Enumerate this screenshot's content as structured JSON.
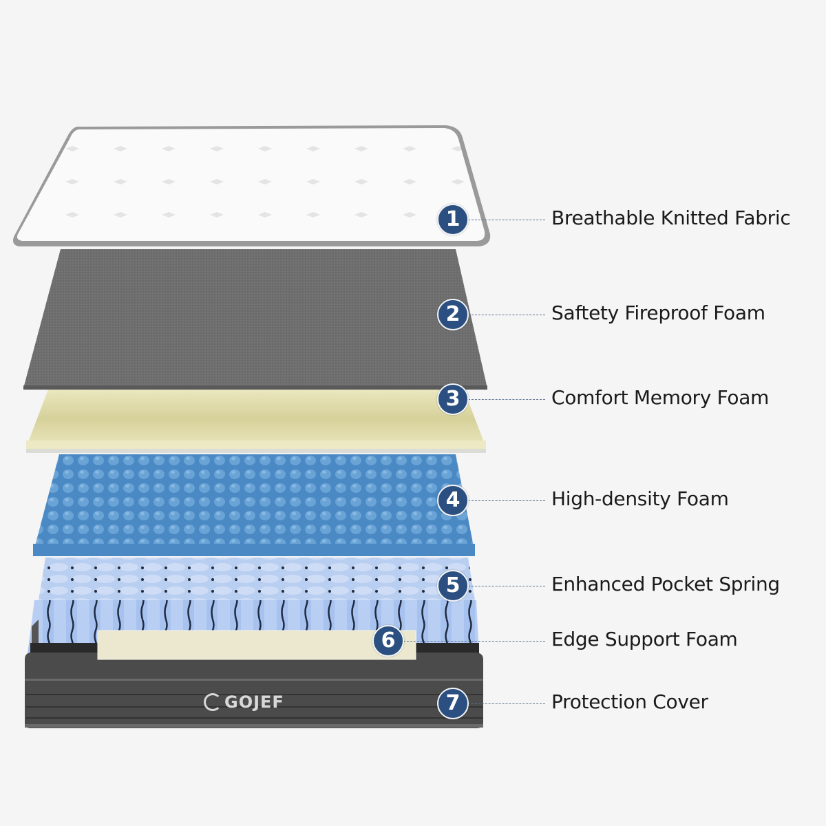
{
  "brand": {
    "name": "GOJEF"
  },
  "colors": {
    "background": "#f5f5f5",
    "badge": "#2b4f80",
    "leader": "#5a6f8e",
    "fabric": "#f8f8f8",
    "fireproof": "#6e6e6e",
    "memory_foam": "#e6e2b8",
    "hd_foam": "#4b8cc6",
    "spring": "#a9c4ee",
    "edge_foam": "#ede8cf",
    "cover": "#4a4a4a"
  },
  "layers": [
    {
      "number": "1",
      "label": "Breathable Knitted Fabric"
    },
    {
      "number": "2",
      "label": "Saftety Fireproof Foam"
    },
    {
      "number": "3",
      "label": "Comfort Memory Foam"
    },
    {
      "number": "4",
      "label": "High-density Foam"
    },
    {
      "number": "5",
      "label": "Enhanced Pocket Spring"
    },
    {
      "number": "6",
      "label": "Edge Support Foam"
    },
    {
      "number": "7",
      "label": "Protection Cover"
    }
  ]
}
